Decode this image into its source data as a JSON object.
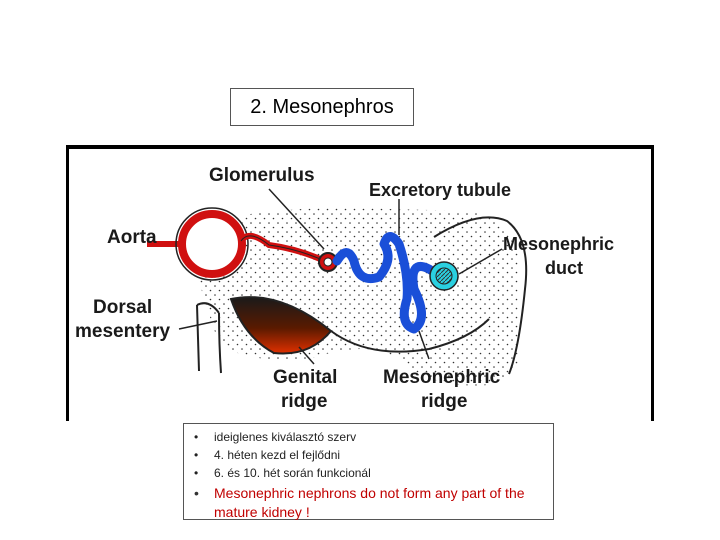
{
  "title": "2. Mesonephros",
  "diagram": {
    "labels": {
      "glomerulus": "Glomerulus",
      "excretory_tubule": "Excretory tubule",
      "aorta": "Aorta",
      "mesonephric_duct_1": "Mesonephric",
      "mesonephric_duct_2": "duct",
      "dorsal_mesentery_1": "Dorsal",
      "dorsal_mesentery_2": "mesentery",
      "genital_ridge_1": "Genital",
      "genital_ridge_2": "ridge",
      "mesonephric_ridge_1": "Mesonephric",
      "mesonephric_ridge_2": "ridge"
    },
    "colors": {
      "aorta_wall": "#d01010",
      "tubule": "#1a4fd8",
      "duct": "#2ad0e0",
      "genital_ridge": "#c82000",
      "outline": "#222222"
    }
  },
  "notes": {
    "items": [
      "ideiglenes kiválasztó szerv",
      "4. héten kezd el fejlődni",
      "6. és 10. hét során funkcionál"
    ],
    "highlight": "Mesonephric nephrons do not form any part of the mature kidney !"
  }
}
